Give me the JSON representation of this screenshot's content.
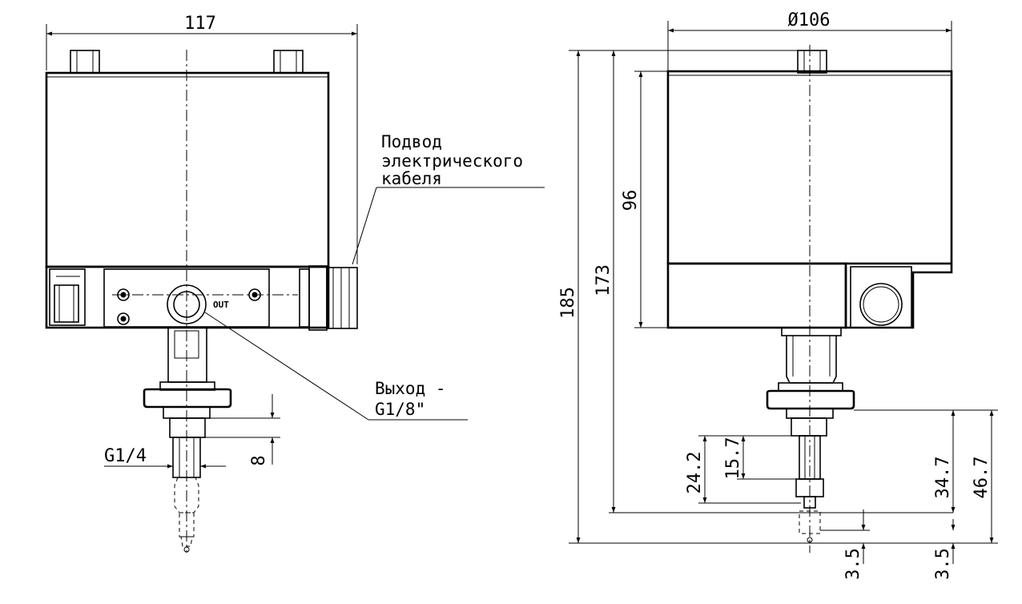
{
  "front_view": {
    "dims": {
      "width": "117",
      "thread_in": "G1/4",
      "fitting": "8"
    },
    "labels": {
      "out_marking": "OUT",
      "cable_lines": [
        "Подвод",
        "электрического",
        "кабеля"
      ],
      "output_lines": [
        "Выход -",
        "G1/8\""
      ]
    }
  },
  "side_view": {
    "dims": {
      "diameter": "Ø106",
      "total_height": "185",
      "height_173": "173",
      "housing_height": "96",
      "d_24_2": "24.2",
      "d_15_7": "15.7",
      "d_34_7": "34.7",
      "d_46_7": "46.7",
      "d_3_5_left": "3.5",
      "d_3_5_right": "3.5"
    }
  }
}
